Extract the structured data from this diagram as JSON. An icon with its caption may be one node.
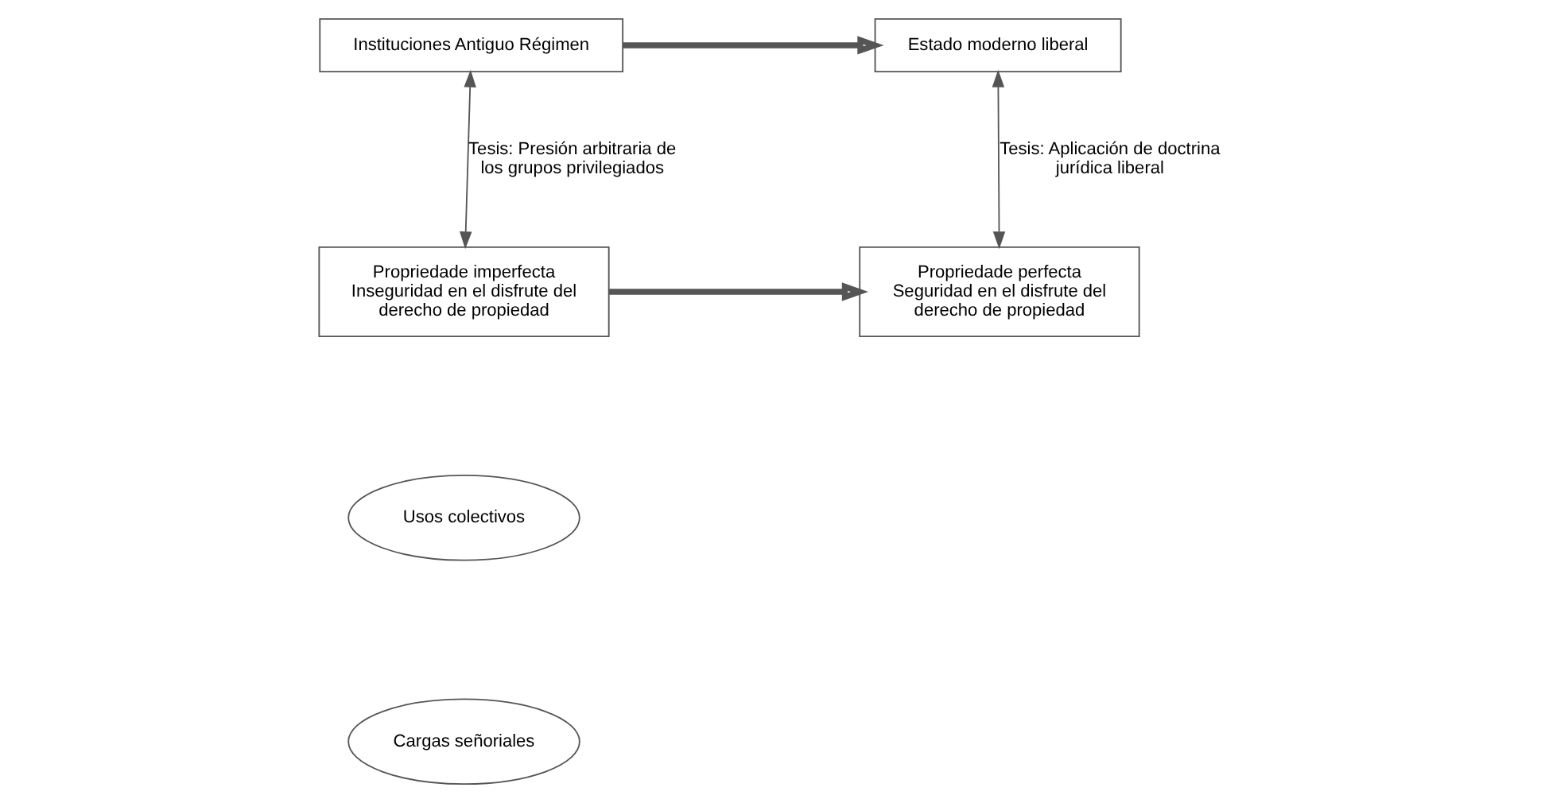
{
  "diagram": {
    "nodes": [
      {
        "text": [
          "Instituciones Antiguo Régimen"
        ]
      },
      {
        "text": [
          "Estado moderno liberal"
        ]
      },
      {
        "text": [
          "Propriedade imperfecta",
          "Inseguridad en el disfrute del derecho de propiedad"
        ]
      },
      {
        "text": [
          "Propriedade perfecta",
          "Seguridad en el disfrute del derecho de propiedad"
        ]
      },
      {
        "text": [
          "Usos colectivos"
        ]
      },
      {
        "text": [
          "Cargas señoriales"
        ]
      }
    ],
    "edges": [
      {
        "from": 0,
        "to": 1,
        "arrow": "to",
        "style": "thick"
      },
      {
        "from": 0,
        "to": 2,
        "arrow": "both",
        "label": "Tesis: Presión arbitraria de los grupos privilegiados"
      },
      {
        "from": 1,
        "to": 3,
        "arrow": "both",
        "label": "Tesis: Aplicación de doctrina jurídica liberal"
      },
      {
        "from": 2,
        "to": 3,
        "arrow": "to",
        "style": "thick"
      }
    ]
  }
}
